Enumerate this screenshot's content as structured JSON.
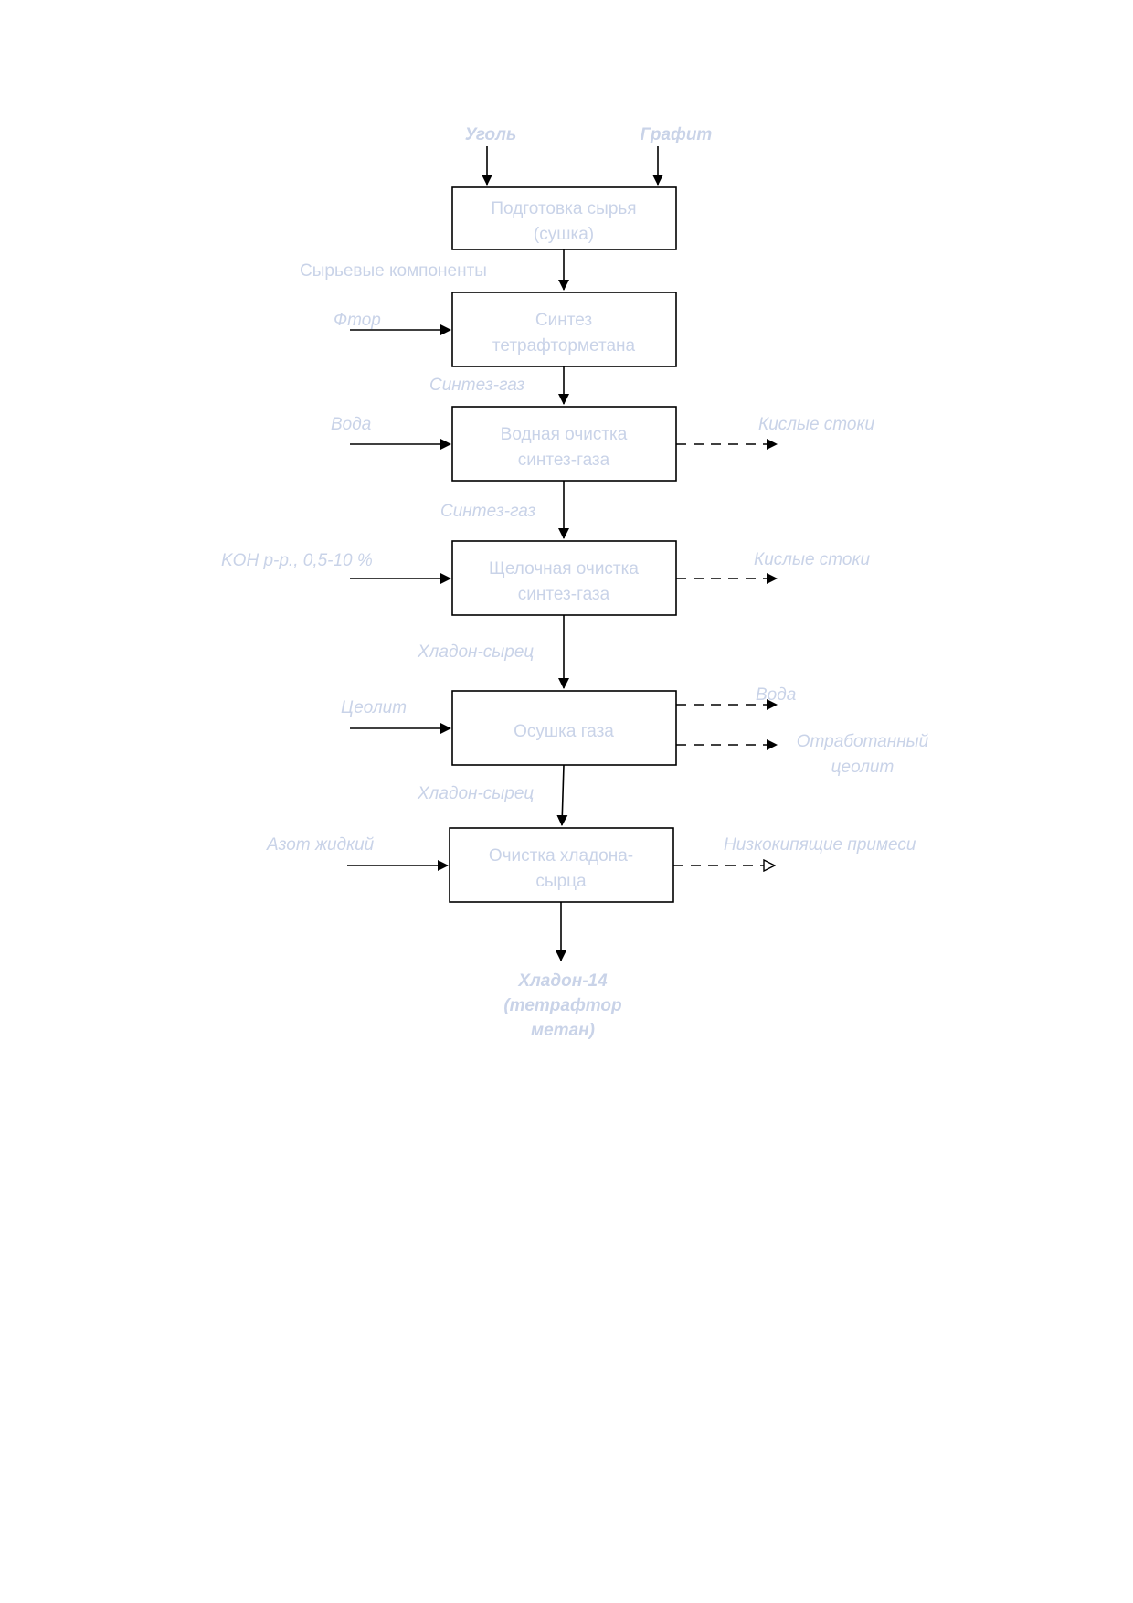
{
  "diagram": {
    "inputs": {
      "coal": "Уголь",
      "graphite": "Графит",
      "fluorine": "Фтор",
      "water": "Вода",
      "koh": "KOH р-р., 0,5-10 %",
      "zeolite": "Цеолит",
      "nitrogen": "Азот жидкий"
    },
    "steps": [
      {
        "line1": "Подготовка сырья",
        "line2": "(сушка)"
      },
      {
        "line1": "Синтез",
        "line2": "тетрафторметана"
      },
      {
        "line1": "Водная очистка",
        "line2": "синтез-газа"
      },
      {
        "line1": "Щелочная очистка",
        "line2": "синтез-газа"
      },
      {
        "line1": "Осушка газа",
        "line2": ""
      },
      {
        "line1": "Очистка хладона-",
        "line2": "сырца"
      }
    ],
    "flows": {
      "raw_components": "Сырьевые компоненты",
      "syngas_1": "Синтез-газ",
      "syngas_2": "Синтез-газ",
      "raw_freon_1": "Хладон-сырец",
      "raw_freon_2": "Хладон-сырец"
    },
    "outputs": {
      "acid_waste_1": "Кислые стоки",
      "acid_waste_2": "Кислые стоки",
      "water_out": "Вода",
      "spent_zeolite_1": "Отработанный",
      "spent_zeolite_2": "цеолит",
      "low_boiling": "Низкокипящие примеси"
    },
    "product": {
      "line1": "Хладон-14",
      "line2": "(тетрафтор",
      "line3": "метан)"
    }
  }
}
